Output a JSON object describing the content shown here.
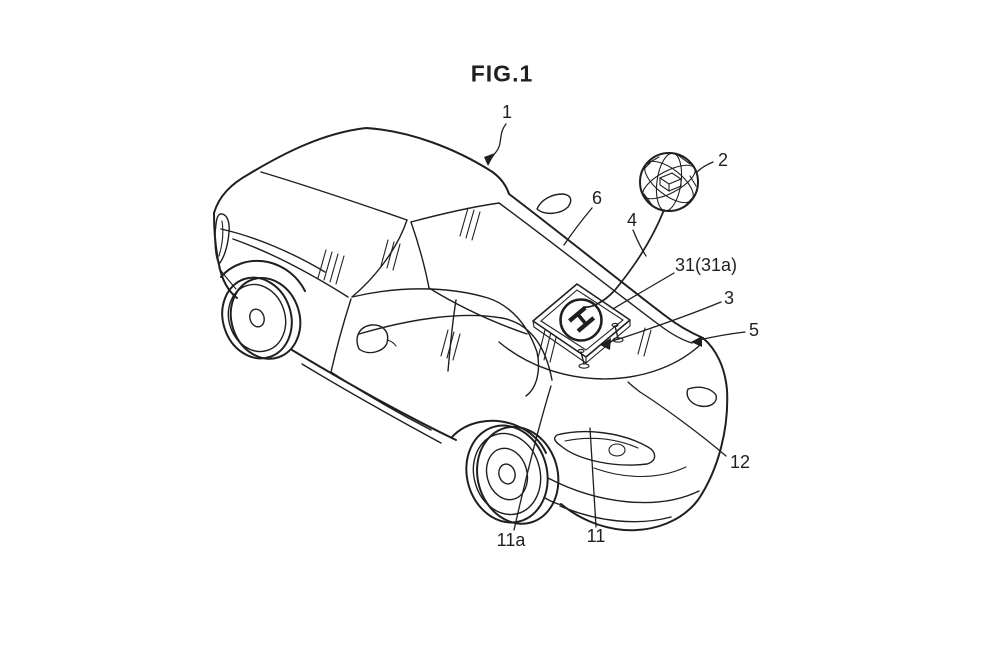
{
  "page": {
    "background": "#ffffff",
    "ink": "#1f1f1f"
  },
  "figure": {
    "title": "FIG.1",
    "helipad": {
      "letter": "H"
    },
    "labels": [
      {
        "id": "1",
        "text": "1"
      },
      {
        "id": "2",
        "text": "2"
      },
      {
        "id": "6",
        "text": "6"
      },
      {
        "id": "4",
        "text": "4"
      },
      {
        "id": "31",
        "text": "31(31a)"
      },
      {
        "id": "3",
        "text": "3"
      },
      {
        "id": "5",
        "text": "5"
      },
      {
        "id": "12",
        "text": "12"
      },
      {
        "id": "11",
        "text": "11"
      },
      {
        "id": "11a",
        "text": "11a"
      }
    ]
  }
}
